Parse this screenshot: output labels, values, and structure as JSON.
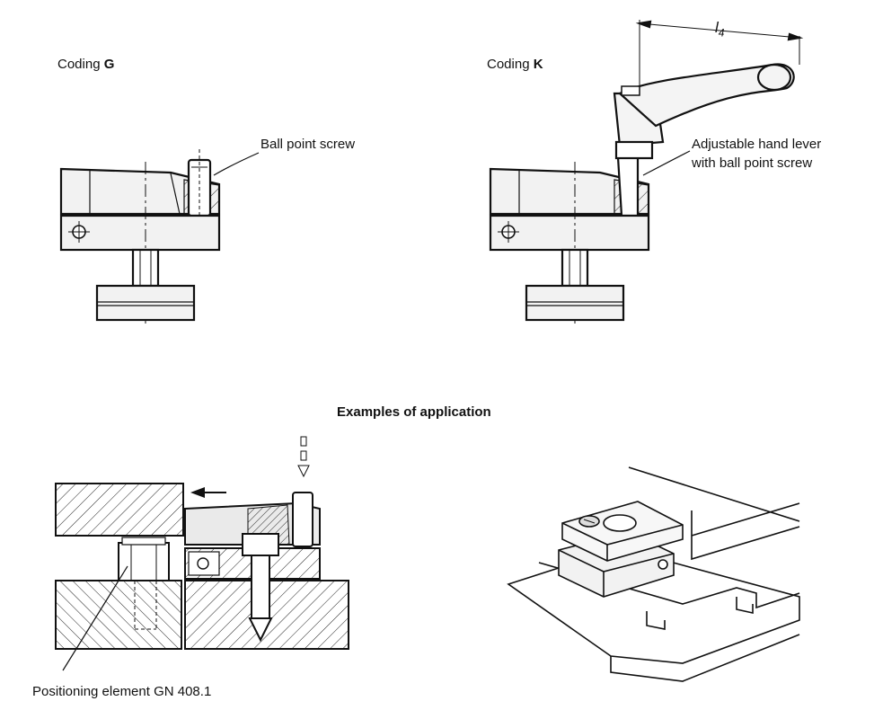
{
  "labels": {
    "coding_g_prefix": "Coding",
    "coding_g_letter": "G",
    "coding_k_prefix": "Coding",
    "coding_k_letter": "K",
    "ball_point_screw": "Ball point screw",
    "adjustable_lever_line1": "Adjustable hand lever",
    "adjustable_lever_line2": "with ball point screw",
    "dimension_l": "l",
    "dimension_sub": "4",
    "section_title": "Examples of application",
    "positioning_element": "Positioning element GN 408.1"
  },
  "colors": {
    "stroke": "#111111",
    "fill_light": "#ffffff",
    "fill_gray": "#e6e6e6",
    "fill_dark": "#bdbdbd"
  }
}
